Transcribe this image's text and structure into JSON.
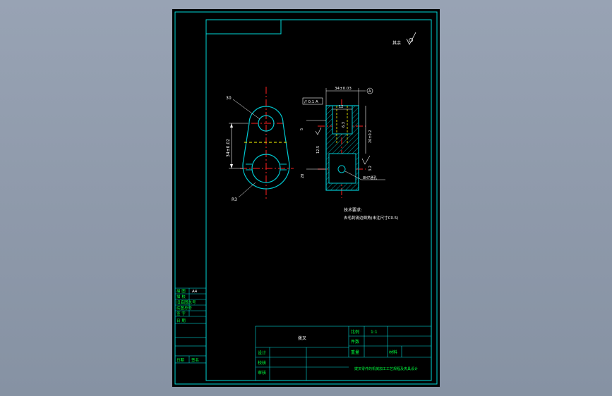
{
  "colors": {
    "background": "#000000",
    "frame": "#00d8d8",
    "outline": "#00c8d0",
    "centerline": "#ff2020",
    "hidden_line": "#ffff00",
    "dimension": "#ffffff",
    "title_text": "#00ff40"
  },
  "drawing": {
    "roughness_note": "其余",
    "roughness_symbol": "√",
    "view_left": {
      "top_hole_label": "30",
      "side_dim": "34±0.02",
      "bottom_hole_label": "R3"
    },
    "view_right": {
      "top_dim": "34±0.03",
      "datum": "A",
      "tolerance_frame": "// 0.1 A",
      "slot_dim": "12",
      "inner_dim": "6.3",
      "left_dim_top": "5",
      "left_dim_mid": "12.5",
      "right_dim": "20±0.2",
      "left_dim_bottom": "28",
      "hole_callout": "8H7通孔",
      "roughness_side": "3.2"
    },
    "notes": {
      "title": "技术要求:",
      "line1": "去毛刺锐边倒角(未注尺寸C0.5)"
    }
  },
  "side_table": {
    "rows": [
      "描 图",
      "描 校",
      "旧底图总号",
      "底图总号",
      "签 字",
      "日 期"
    ],
    "rows_sub": [
      "A4",
      "",
      "",
      "",
      "",
      ""
    ],
    "footer": [
      "日期",
      "签名"
    ]
  },
  "title_block": {
    "part_name": "拨叉",
    "scale_label": "比例",
    "scale_value": "1:1",
    "count_label": "件数",
    "weight_label": "重量",
    "material_label": "材料",
    "designer_label": "设计",
    "checker_label": "校核",
    "approver_label": "审核",
    "school": "拨叉零件的机械加工工艺规程及夹具设计"
  }
}
